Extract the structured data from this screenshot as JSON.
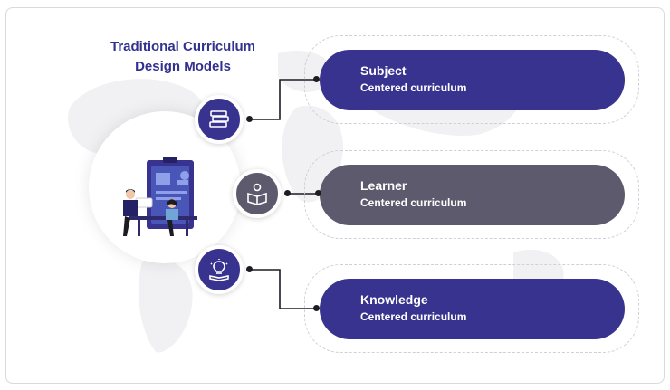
{
  "title": {
    "line1": "Traditional Curriculum",
    "line2": "Design Models"
  },
  "colors": {
    "indigo": "#37338f",
    "slate": "#5e5a6e",
    "title": "#33318f"
  },
  "items": [
    {
      "heading": "Subject",
      "subtitle": "Centered curriculum",
      "icon": "books-icon",
      "color": "#37338f"
    },
    {
      "heading": "Learner",
      "subtitle": "Centered curriculum",
      "icon": "reading-person-icon",
      "color": "#5e5a6e"
    },
    {
      "heading": "Knowledge",
      "subtitle": "Centered curriculum",
      "icon": "lightbulb-book-icon",
      "color": "#37338f"
    }
  ],
  "illustration": "teacher-student-meeting-illustration"
}
